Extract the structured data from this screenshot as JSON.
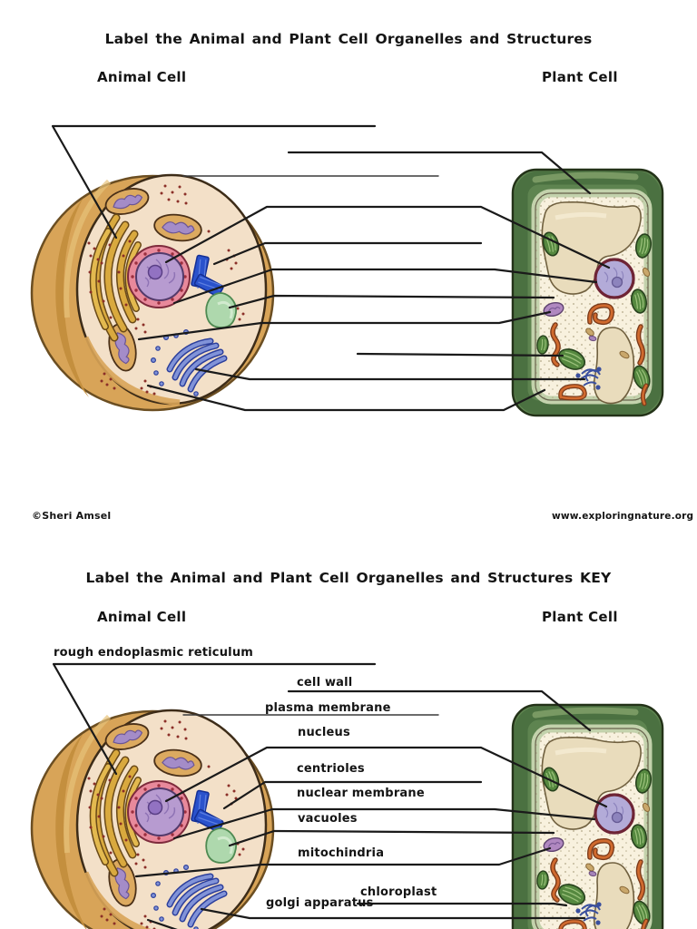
{
  "top_panel": {
    "title": "Label the Animal and Plant Cell Organelles and Structures",
    "animal_cell_heading": "Animal Cell",
    "plant_cell_heading": "Plant Cell",
    "credit_author": "©Sheri Amsel",
    "credit_website": "www.exploringnature.org"
  },
  "key_panel": {
    "title": "Label the Animal and Plant Cell Organelles and Structures KEY",
    "animal_cell_heading": "Animal Cell",
    "plant_cell_heading": "Plant Cell",
    "labels": {
      "rough_endoplasmic_reticulum": "rough endoplasmic reticulum",
      "cell_wall": "cell wall",
      "plasma_membrane": "plasma membrane",
      "nucleus": "nucleus",
      "centrioles": "centrioles",
      "nuclear_membrane": "nuclear membrane",
      "vacuoles": "vacuoles",
      "mitochondria": "mitochindria",
      "chloroplast": "chloroplast",
      "golgi_apparatus": "golgi apparatus"
    }
  },
  "colors": {
    "animal_cell_body": "#d8a458",
    "animal_cytoplasm": "#f3e0c8",
    "nucleus_fill": "#b79bd0",
    "nuclear_ring_pink": "#e8899b",
    "centriole_blue": "#2a52cc",
    "vacuole_green": "#aed8ad",
    "golgi_blue": "#8193d8",
    "er_gold": "#d9a93e",
    "plant_wall_green": "#5e8450",
    "plant_inner_wall": "#c3d2ac",
    "plant_cytoplasm": "#f8f1de",
    "chloroplast_green": "#55883f",
    "plant_er_orange": "#d06a2e",
    "answer_line": "#1a1a1a"
  }
}
